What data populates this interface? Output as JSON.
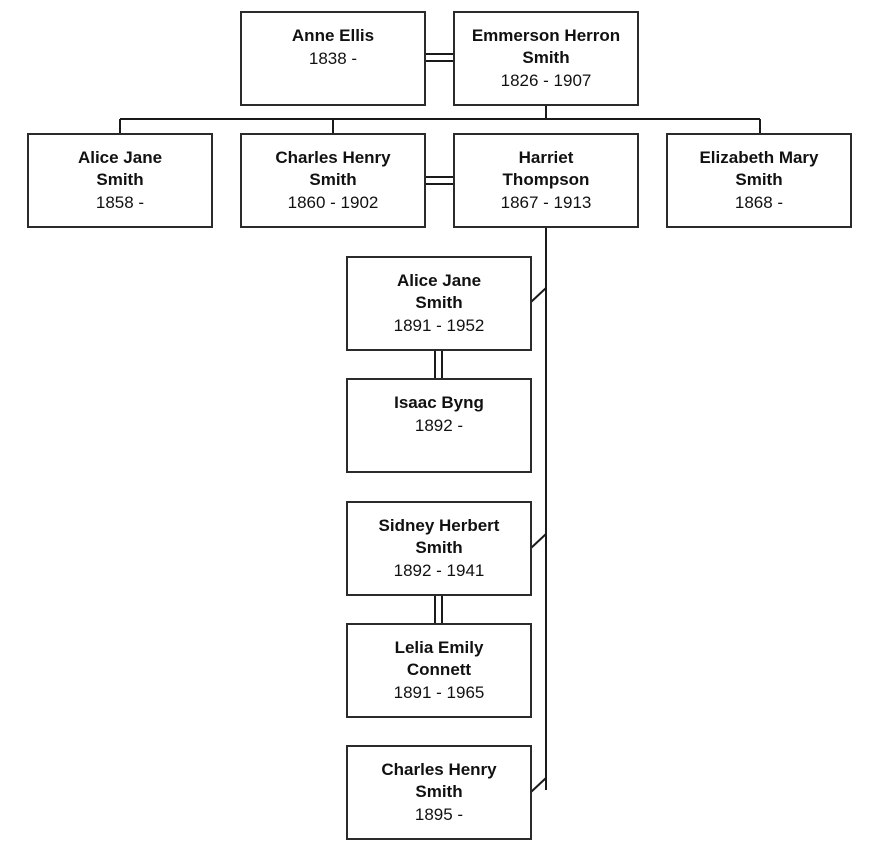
{
  "people": {
    "anne_ellis": {
      "name": "Anne Ellis",
      "dates": "1838 -"
    },
    "emmerson_smith": {
      "name": "Emmerson Herron Smith",
      "dates": "1826 - 1907"
    },
    "alice_jane_smith_1858": {
      "name": "Alice Jane Smith",
      "dates": "1858 -"
    },
    "charles_henry_smith_1860": {
      "name": "Charles Henry Smith",
      "dates": "1860 - 1902"
    },
    "harriet_thompson": {
      "name": "Harriet Thompson",
      "dates": "1867 - 1913"
    },
    "elizabeth_mary_smith": {
      "name": "Elizabeth Mary Smith",
      "dates": "1868 -"
    },
    "alice_jane_smith_1891": {
      "name": "Alice Jane Smith",
      "dates": "1891 - 1952"
    },
    "isaac_byng": {
      "name": "Isaac Byng",
      "dates": "1892 -"
    },
    "sidney_herbert_smith": {
      "name": "Sidney Herbert Smith",
      "dates": "1892 - 1941"
    },
    "lelia_emily_connett": {
      "name": "Lelia Emily Connett",
      "dates": "1891 - 1965"
    },
    "charles_henry_smith_1895": {
      "name": "Charles Henry Smith",
      "dates": "1895 -"
    }
  },
  "colors": {
    "border": "#2b2b2b",
    "line": "#1a1a1a",
    "background": "#ffffff"
  }
}
